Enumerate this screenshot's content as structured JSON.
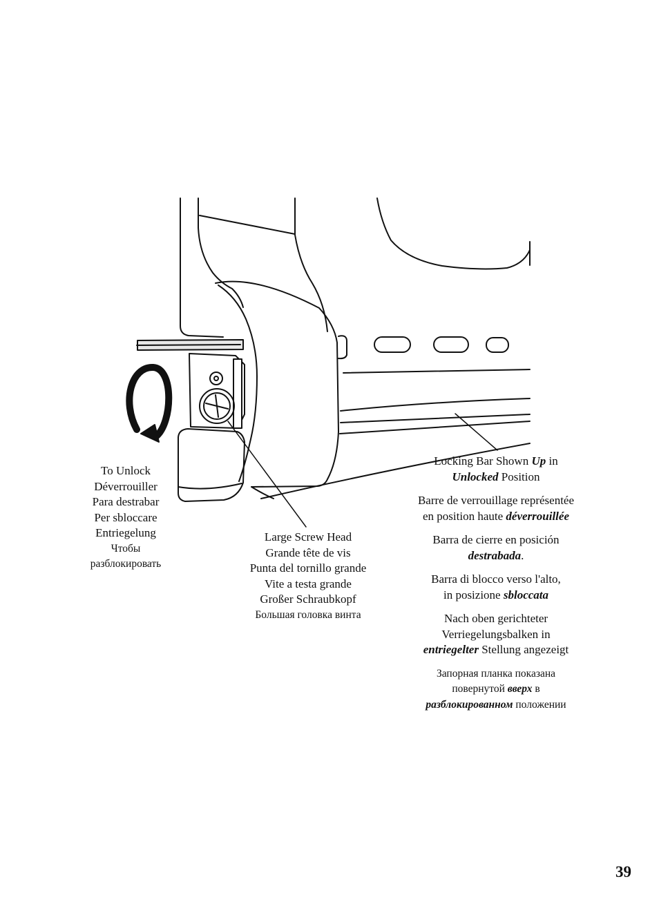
{
  "unlock_label": {
    "lines": [
      "To Unlock",
      "Déverrouiller",
      "Para destrabar",
      "Per sbloccare",
      "Entriegelung",
      "Чтобы",
      "разблокировать"
    ]
  },
  "screw_label": {
    "lines": [
      "Large Screw Head",
      "Grande tête de vis",
      "Punta del tornillo grande",
      "Vite a testa grande",
      "Großer Schraubkopf",
      "Большая головка винта"
    ]
  },
  "lockbar_label": {
    "en_1a": "Locking Bar Shown ",
    "en_1b": "Up",
    "en_1c": " in",
    "en_2a": "Unlocked",
    "en_2b": " Position",
    "fr_1": "Barre de verrouillage représentée",
    "fr_2a": "en position haute ",
    "fr_2b": "déverrouillée",
    "es_1": "Barra de cierre en posición",
    "es_2a": "destrabada",
    "es_2b": ".",
    "it_1": "Barra di blocco verso l'alto,",
    "it_2a": "in posizione ",
    "it_2b": "sbloccata",
    "de_1": "Nach oben gerichteter",
    "de_2": "Verriegelungsbalken in",
    "de_3a": "entriegelter",
    "de_3b": " Stellung angezeigt",
    "ru_1": "Запорная планка показана",
    "ru_2a": "повернутой ",
    "ru_2b": "вверх",
    "ru_2c": " в",
    "ru_3a": "разблокированном",
    "ru_3b": " положении"
  },
  "page_number": "39"
}
